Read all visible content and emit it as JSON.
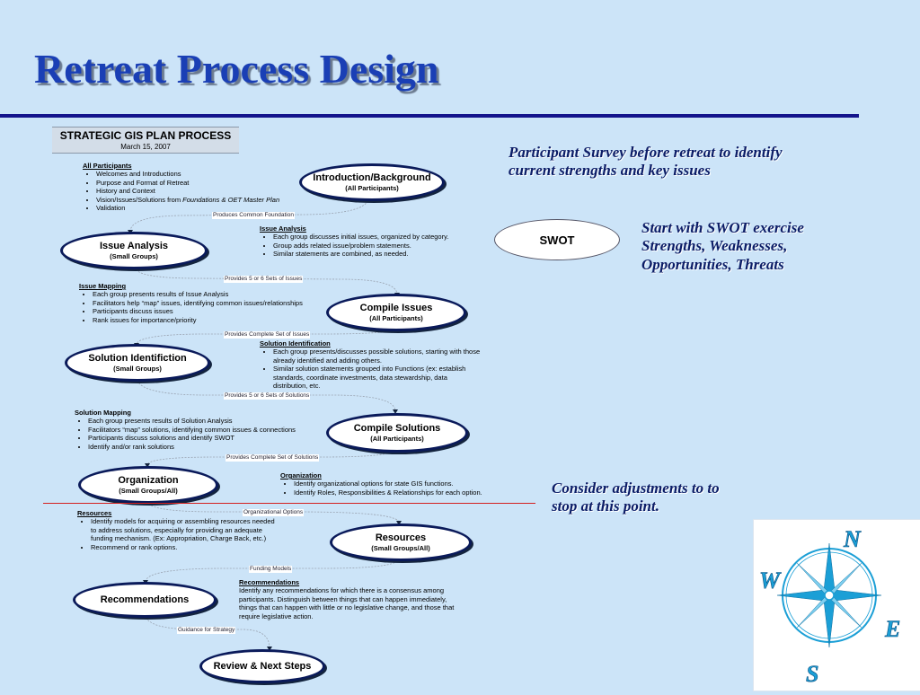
{
  "title": "Retreat Process Design",
  "header": {
    "main": "STRATEGIC GIS PLAN PROCESS",
    "date": "March 15, 2007"
  },
  "notes": {
    "survey": "Participant Survey before retreat to identify current strengths and key issues",
    "swot_note": "Start with SWOT exercise Strengths, Weaknesses, Opportunities, Threats",
    "adjust": "Consider adjustments to to stop at this point."
  },
  "swot_label": "SWOT",
  "nodes": {
    "intro": {
      "label": "Introduction/Background",
      "sub": "(All Participants)"
    },
    "issue_analysis": {
      "label": "Issue Analysis",
      "sub": "(Small Groups)"
    },
    "compile_issues": {
      "label": "Compile Issues",
      "sub": "(All Participants)"
    },
    "solution_id": {
      "label": "Solution Identifiction",
      "sub": "(Small Groups)"
    },
    "compile_solutions": {
      "label": "Compile Solutions",
      "sub": "(All Participants)"
    },
    "organization": {
      "label": "Organization",
      "sub": "(Small Groups/All)"
    },
    "resources": {
      "label": "Resources",
      "sub": "(Small Groups/All)"
    },
    "recommendations": {
      "label": "Recommendations"
    },
    "review": {
      "label": "Review & Next Steps"
    }
  },
  "connectors": {
    "c1": "Produces Common Foundation",
    "c2": "Provides 5 or 6 Sets of Issues",
    "c3": "Provides Complete Set of Issues",
    "c4": "Provides 5 or 6 Sets of Solutions",
    "c5": "Provides Complete Set of Solutions",
    "c6": "Organizational Options",
    "c7": "Funding Models",
    "c8": "Guidance for Strategy"
  },
  "blocks": {
    "all_participants": {
      "heading": "All Participants",
      "items": [
        "Welcomes and Introductions",
        "Purpose and Format of Retreat",
        "History and Context",
        "Validation"
      ],
      "vision_prefix": "Vision/Issues/Solutions from ",
      "vision_italic": "Foundations & OET Master Plan"
    },
    "issue_analysis": {
      "heading": "Issue Analysis",
      "items": [
        "Each group discusses initial issues, organized by category.",
        "Group adds related issue/problem statements.",
        "Similar statements are combined, as needed."
      ]
    },
    "issue_mapping": {
      "heading": "Issue Mapping",
      "items": [
        "Each group presents results of Issue Analysis",
        "Facilitators help “map” issues, identifying common issues/relationships",
        "Participants discuss issues",
        "Rank issues for importance/priority"
      ]
    },
    "solution_identification": {
      "heading": "Solution Identification",
      "items": [
        "Each group presents/discusses possible solutions, starting with those already identified and adding others.",
        "Similar solution statements grouped into Functions (ex: establish standards, coordinate investments, data stewardship, data distribution, etc."
      ]
    },
    "solution_mapping": {
      "heading": "Solution Mapping",
      "items": [
        "Each group presents results of Solution Analysis",
        "Facilitators “map” solutions, identifying common issues & connections",
        "Participants discuss solutions and identify SWOT",
        "Identify and/or rank solutions"
      ]
    },
    "organization": {
      "heading": "Organization",
      "items": [
        "Identify organizational options for state GIS functions.",
        "Identify Roles, Responsibilities & Relationships for each option."
      ]
    },
    "resources": {
      "heading": "Resources",
      "items": [
        "Identify models for acquiring or assembling resources needed to address solutions, especially for providing an adequate funding mechanism.  (Ex: Appropriation, Charge Back, etc.)",
        "Recommend or rank options."
      ]
    },
    "recommendations": {
      "heading": "Recommendations",
      "text": "Identify any recommendations for which there is a consensus among participants.  Distinguish between things that can happen immediately, things that can happen with little or no legislative change, and those that require legislative action."
    }
  },
  "compass_letters": {
    "n": "N",
    "e": "E",
    "s": "S",
    "w": "W"
  },
  "colors": {
    "background": "#cce4f8",
    "title": "#1a3fb5",
    "rule": "#14148c",
    "note_text": "#0b1c66",
    "red_line": "#d42020",
    "compass": "#1b9fd6"
  }
}
